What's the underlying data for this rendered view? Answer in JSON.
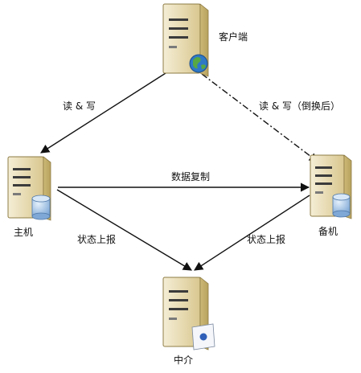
{
  "nodes": {
    "client": {
      "label": "客户端"
    },
    "primary": {
      "label": "主机"
    },
    "standby": {
      "label": "备机"
    },
    "broker": {
      "label": "中介"
    }
  },
  "edges": {
    "client_to_primary": {
      "label": "读 & 写"
    },
    "client_to_standby": {
      "label": "读 & 写（倒换后）"
    },
    "replication": {
      "label": "数据复制"
    },
    "primary_status": {
      "label": "状态上报"
    },
    "standby_status": {
      "label": "状态上报"
    }
  },
  "colors": {
    "server_body": "#efe6c8",
    "server_shade": "#d8c894",
    "server_dark": "#3b3b3b",
    "database": "#8fb6e0",
    "globe_blue": "#2f78c6",
    "globe_green": "#57a843",
    "line": "#111111"
  }
}
